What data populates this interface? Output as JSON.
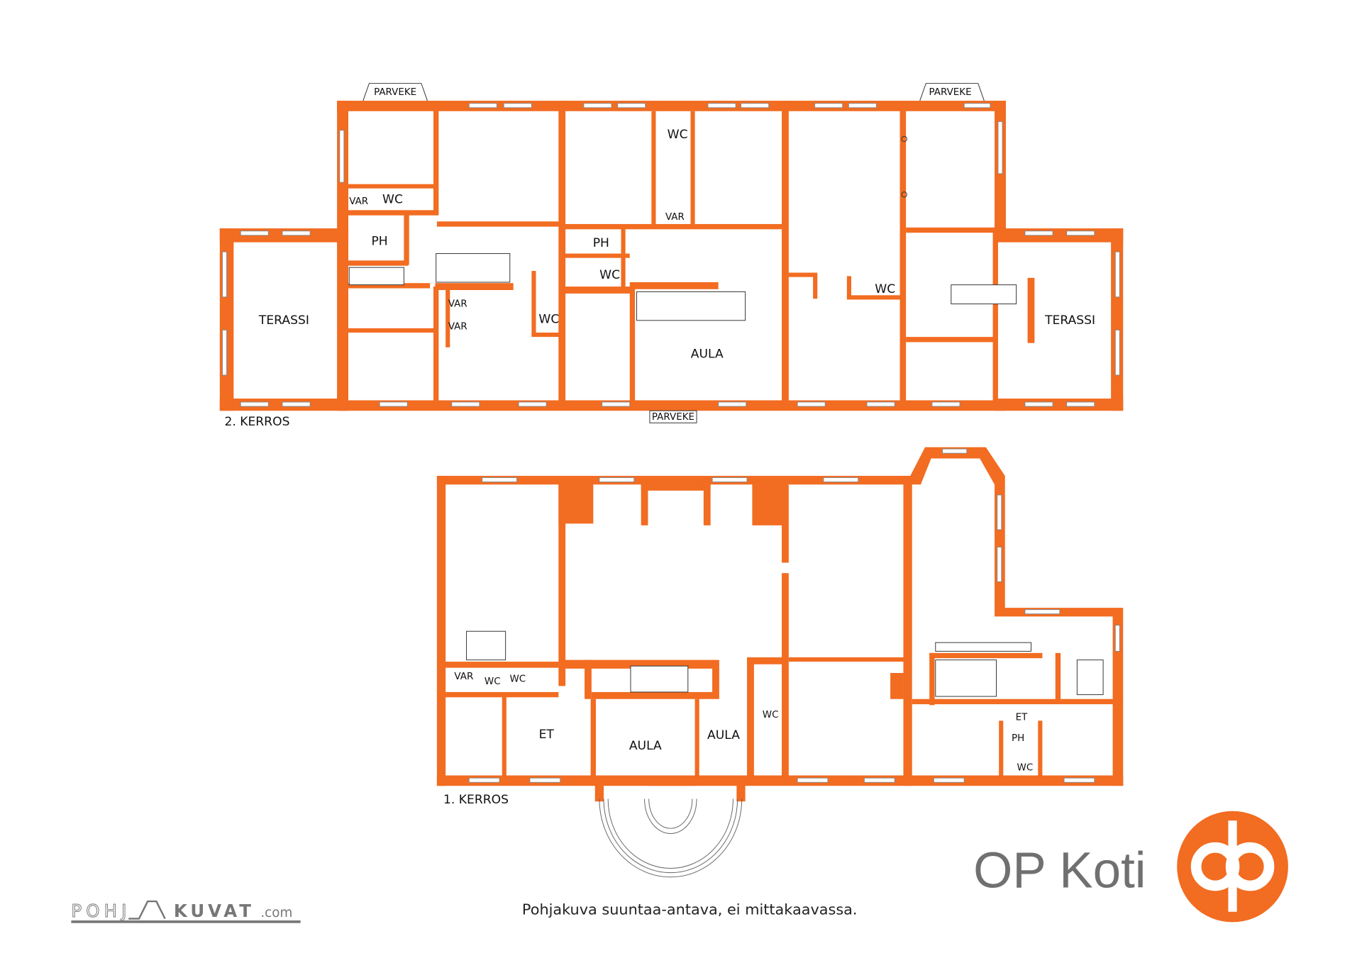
{
  "colors": {
    "wall": "#F26C21",
    "text": "#111111",
    "logo_gray": "#707070"
  },
  "upper_floor": {
    "title": "2. KERROS",
    "labels": {
      "parveke_left": "PARVEKE",
      "parveke_right": "PARVEKE",
      "parveke_bottom": "PARVEKE",
      "terassi_left": "TERASSI",
      "terassi_right": "TERASSI",
      "var1": "VAR",
      "wc1": "WC",
      "ph1": "PH",
      "var2": "VAR",
      "var3": "VAR",
      "wc2": "WC",
      "wc3": "WC",
      "var4": "VAR",
      "ph2": "PH",
      "wc4": "WC",
      "aula": "AULA",
      "wc5": "WC"
    }
  },
  "lower_floor": {
    "title": "1. KERROS",
    "labels": {
      "var1": "VAR",
      "wc1": "WC",
      "wc2": "WC",
      "et1": "ET",
      "aula1": "AULA",
      "aula2": "AULA",
      "wc3": "WC",
      "et2": "ET",
      "ph1": "PH",
      "wc4": "WC"
    }
  },
  "footer": {
    "disclaimer": "Pohjakuva suuntaa-antava, ei mittakaavassa.",
    "pohjakuvat_logo": "POHJAKUVAT.com",
    "pohjakuvat_left": "POHJ",
    "pohjakuvat_right": "KUVAT",
    "pohjakuvat_dotcom": ".com",
    "op_koti": "OP Koti"
  }
}
